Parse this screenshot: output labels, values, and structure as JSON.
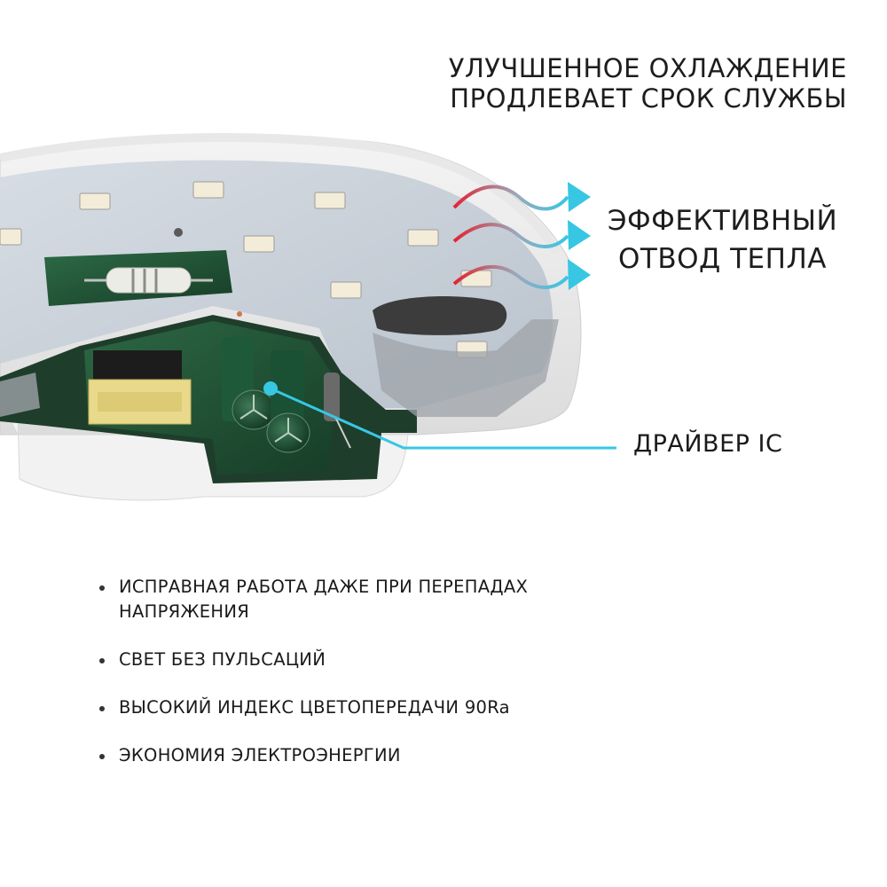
{
  "headline": {
    "line1": "УЛУЧШЕННОЕ ОХЛАЖДЕНИЕ",
    "line2": "ПРОДЛЕВАЕТ СРОК СЛУЖБЫ"
  },
  "heat": {
    "line1": "ЭФФЕКТИВНЫЙ",
    "line2": "ОТВОД ТЕПЛА"
  },
  "driver_label": "ДРАЙВЕР IC",
  "features": [
    "ИСПРАВНАЯ РАБОТА ДАЖЕ ПРИ ПЕРЕПАДАХ НАПРЯЖЕНИЯ",
    "СВЕТ БЕЗ ПУЛЬСАЦИЙ",
    "ВЫСОКИЙ ИНДЕКС ЦВЕТОПЕРЕДАЧИ 90Ra",
    "ЭКОНОМИЯ ЭЛЕКТРОЭНЕРГИИ"
  ],
  "colors": {
    "accent_cyan": "#37c7e3",
    "heat_red": "#e32330",
    "text": "#1d1d1d"
  }
}
